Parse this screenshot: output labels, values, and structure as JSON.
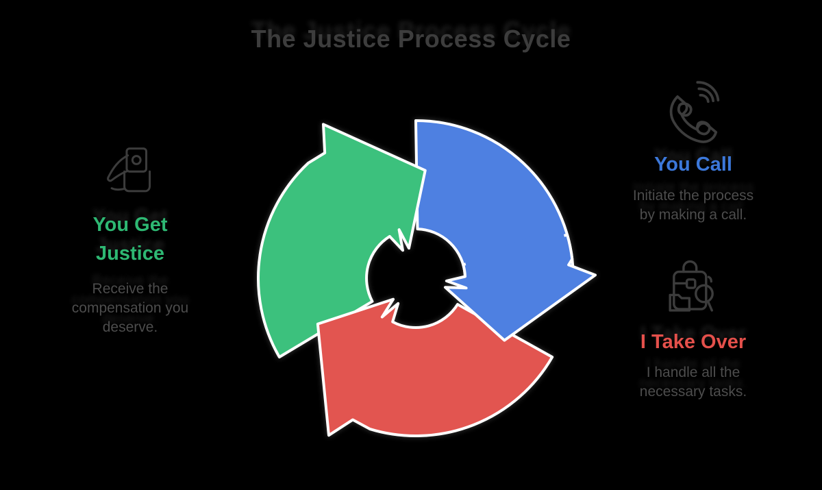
{
  "background_color": "#000000",
  "title": {
    "text": "The Justice Process Cycle",
    "color": "#3d3d3d"
  },
  "cycle_diagram": {
    "direction": "clockwise",
    "outline_color": "#ffffff",
    "segments": [
      {
        "label": "You Call",
        "color": "#4e80e1",
        "position": "top-right"
      },
      {
        "label": "I Take Over",
        "color": "#e25550",
        "position": "bottom"
      },
      {
        "label": "You Get Justice",
        "color": "#3cc17d",
        "position": "left"
      }
    ]
  },
  "sections": [
    {
      "id": "you-call",
      "icon": "phone-call-signal-icon",
      "title": "You Call",
      "title_color": "#3c78da",
      "description": "Initiate the process by making a call."
    },
    {
      "id": "i-take-over",
      "icon": "clipboard-magnifier-icon",
      "title": "I Take Over",
      "title_color": "#e4504b",
      "description": "I handle all the necessary tasks."
    },
    {
      "id": "you-get-justice",
      "icon": "hand-stamp-icon",
      "title": "You Get Justice",
      "title_color": "#2eb873",
      "description": "Receive the compensation you deserve."
    }
  ],
  "description_color": "#4d4d4d",
  "icon_color": "#3c3c3c"
}
